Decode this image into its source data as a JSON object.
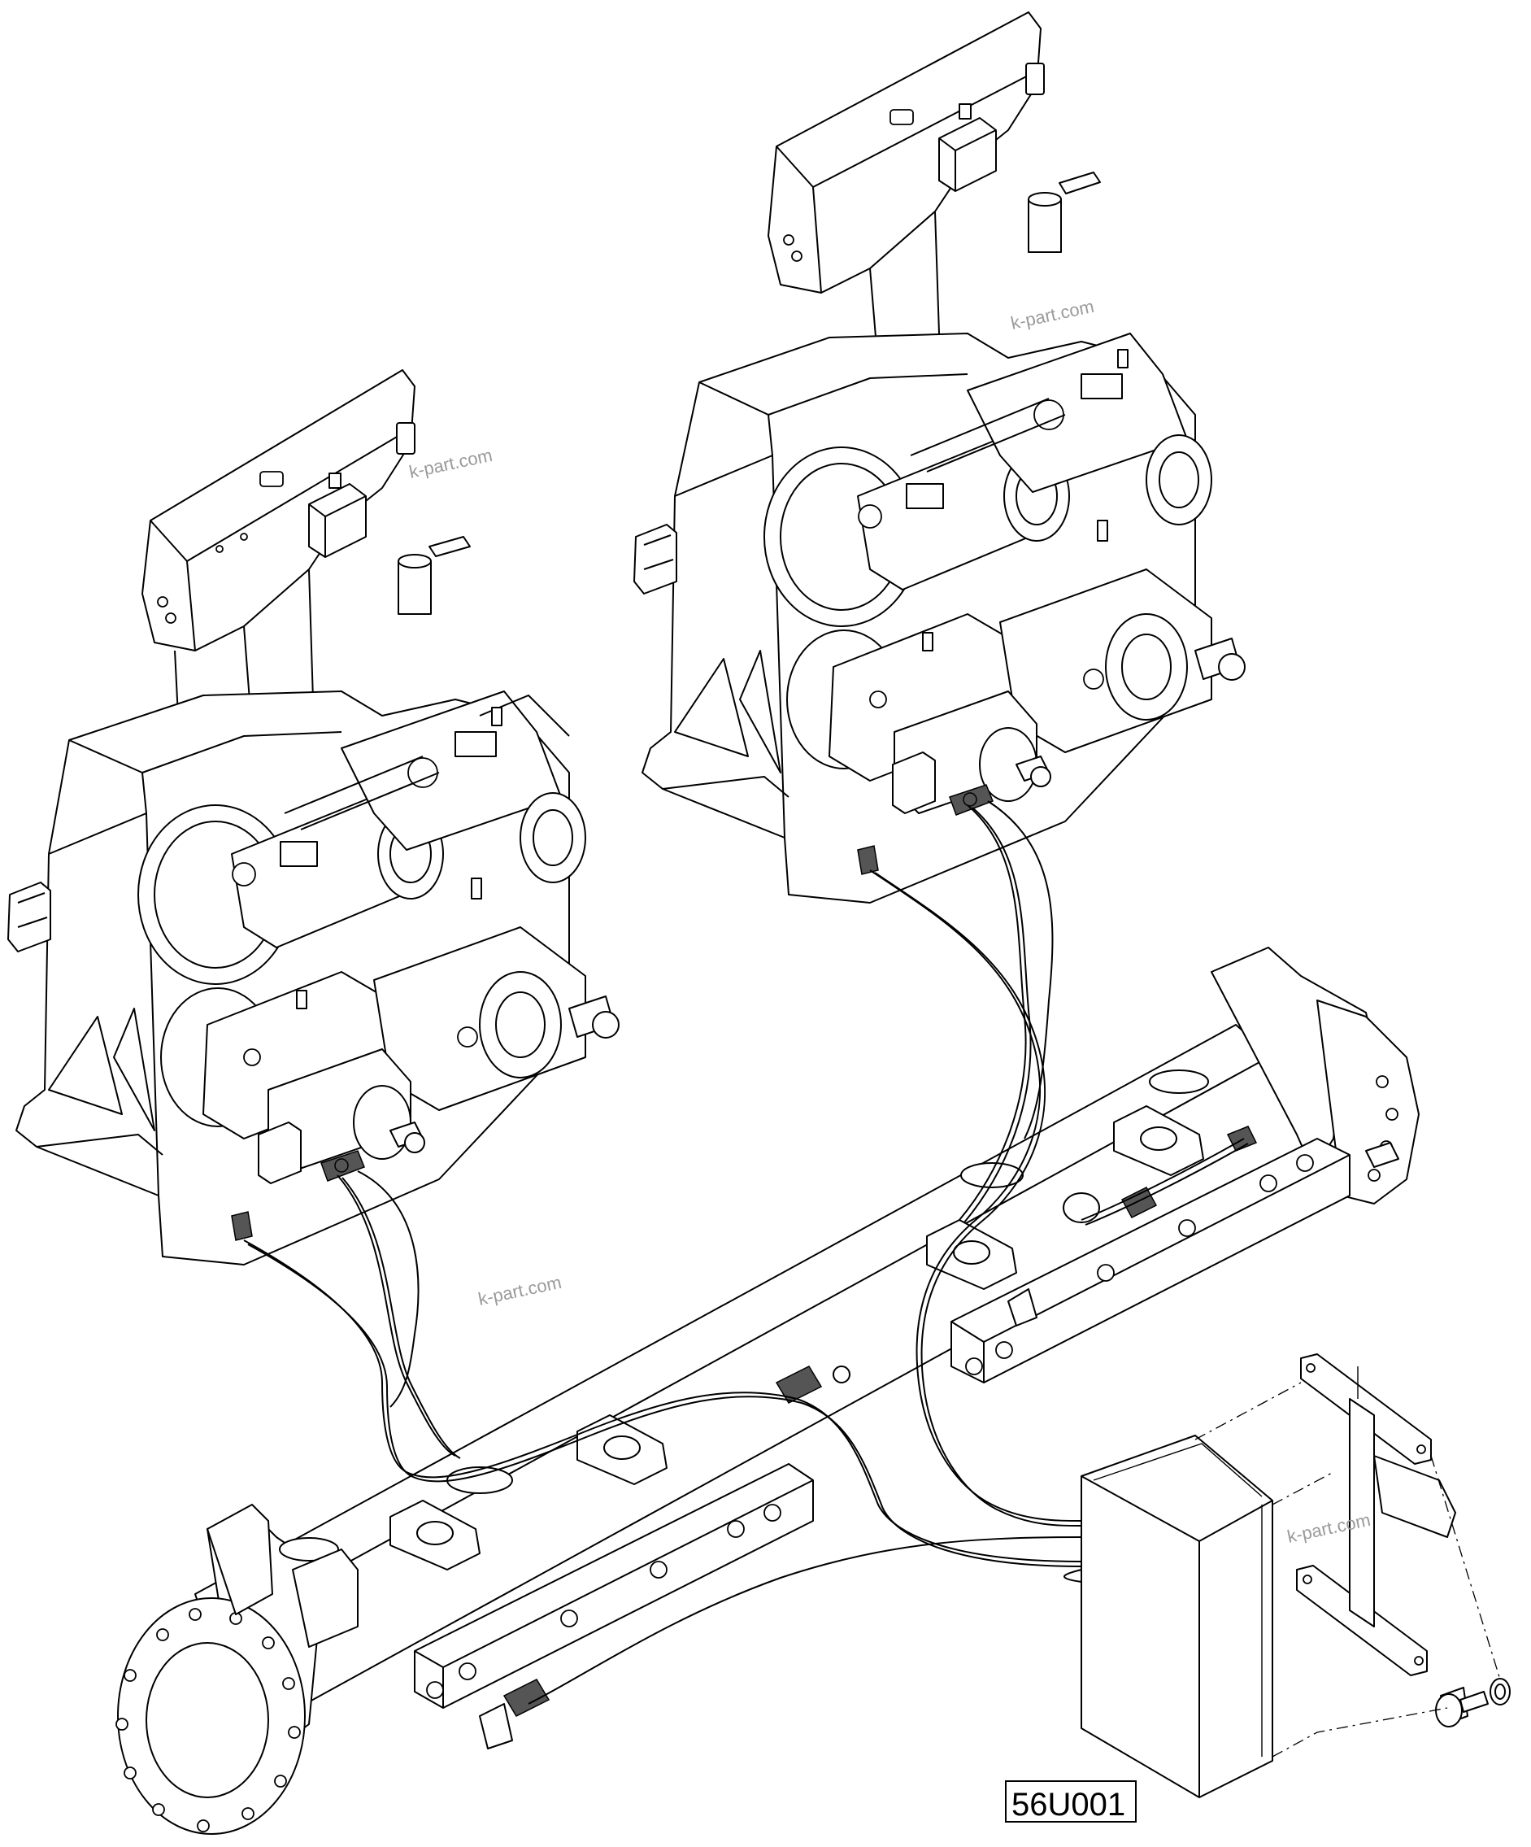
{
  "watermarks": {
    "w1": "k-part.com",
    "w2": "k-part.com",
    "w3": "k-part.com",
    "w4": "k-part.com"
  },
  "callouts": {
    "part_label": "56U001"
  },
  "colors": {
    "line": "#000000",
    "background": "#ffffff",
    "watermark": "#9a9a9a",
    "shade": "#555555"
  }
}
